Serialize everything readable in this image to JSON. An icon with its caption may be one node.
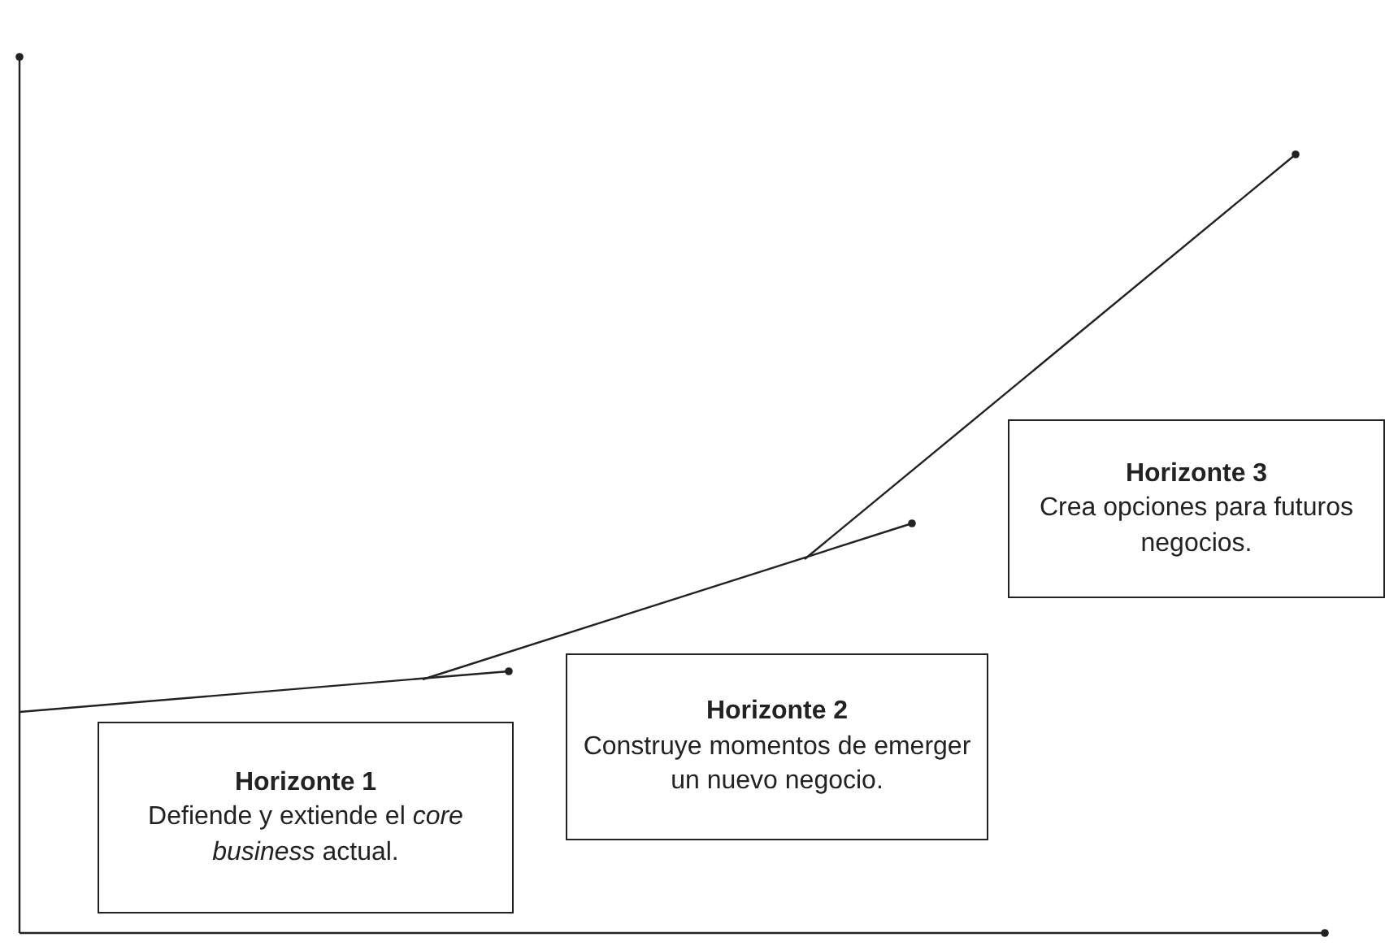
{
  "diagram": {
    "nodes": [
      {
        "text": [
          "Horizonte 1",
          "Defiende y extiende el *core business* actual."
        ]
      },
      {
        "text": [
          "Horizonte 2",
          "Construye momentos de emerger un nuevo negocio."
        ]
      },
      {
        "text": [
          "Horizonte 3",
          "Crea opciones para futuros negocios."
        ]
      }
    ]
  }
}
